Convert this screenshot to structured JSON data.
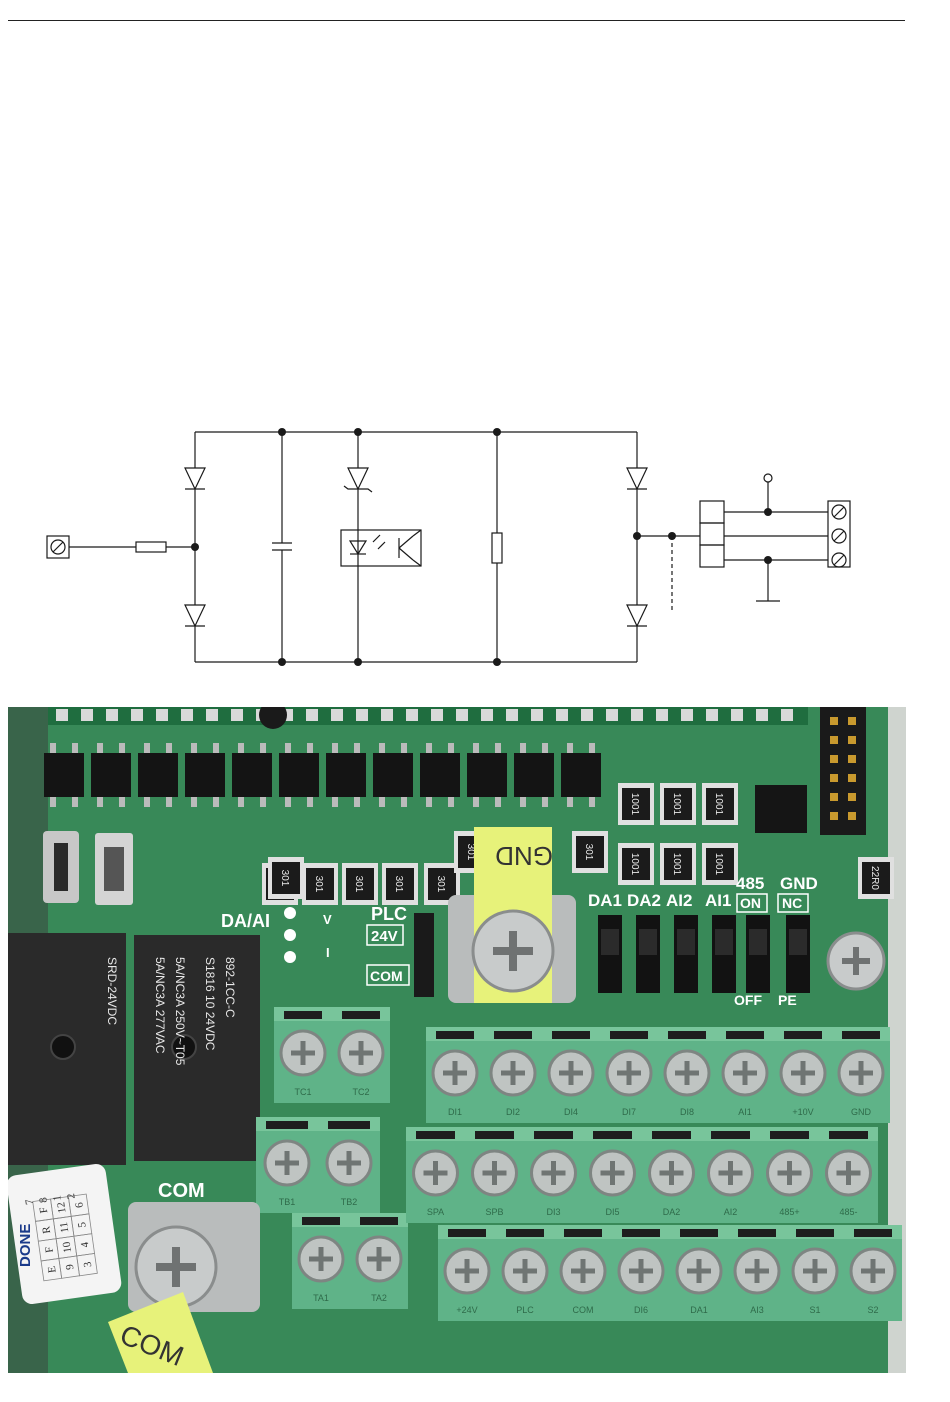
{
  "colors": {
    "pcb": "#2e8f55",
    "pcb_dark": "#1f6d3f",
    "terminal": "#5fb388",
    "relay": "#2a2a2a",
    "label": "#e7f27a",
    "silk": "#ffffff"
  },
  "photo": {
    "labels": {
      "gnd_tag": "GND",
      "com_tag": "COM",
      "com_silk": "COM",
      "plc": "PLC",
      "plc_24v": "24V",
      "plc_com": "COM",
      "da_ai": "DA/AI",
      "v": "V",
      "i": "I",
      "da1": "DA1",
      "da2": "DA2",
      "ai2": "AI2",
      "ai1": "AI1",
      "rs485": "485",
      "gnd": "GND",
      "on": "ON",
      "off": "OFF",
      "nc": "NC",
      "pe": "PE"
    },
    "resistor_codes": [
      "301",
      "301",
      "301",
      "301",
      "301",
      "301",
      "301",
      "301",
      "1001",
      "1001",
      "1001",
      "1001",
      "1001",
      "1001",
      "22R0"
    ],
    "relay_text": [
      "SRD-24VDC",
      "5A/NC3A 277VAC",
      "5A/NC3A 250V~T05",
      "S1816 10 24VDC",
      "892-1CC-C"
    ],
    "inspection_sticker": {
      "title": "DONE",
      "row1": [
        "E",
        "F",
        "R",
        "F"
      ],
      "row2": [
        "9",
        "10",
        "11",
        "12"
      ],
      "row3": [
        "3",
        "4",
        "5",
        "6"
      ],
      "extra": [
        "7",
        "8",
        "1",
        "2"
      ]
    },
    "terminals": {
      "tc": [
        "TC1",
        "TC2"
      ],
      "tb": [
        "TB1",
        "TB2"
      ],
      "ta": [
        "TA1",
        "TA2"
      ],
      "row_top": [
        "DI1",
        "DI2",
        "DI4",
        "DI7",
        "DI8",
        "AI1",
        "+10V",
        "GND"
      ],
      "row_mid": [
        "SPA",
        "SPB",
        "DI3",
        "DI5",
        "DA2",
        "AI2",
        "485+",
        "485-"
      ],
      "row_bot": [
        "+24V",
        "PLC",
        "COM",
        "DI6",
        "DA1",
        "AI3",
        "S1",
        "S2"
      ]
    }
  }
}
